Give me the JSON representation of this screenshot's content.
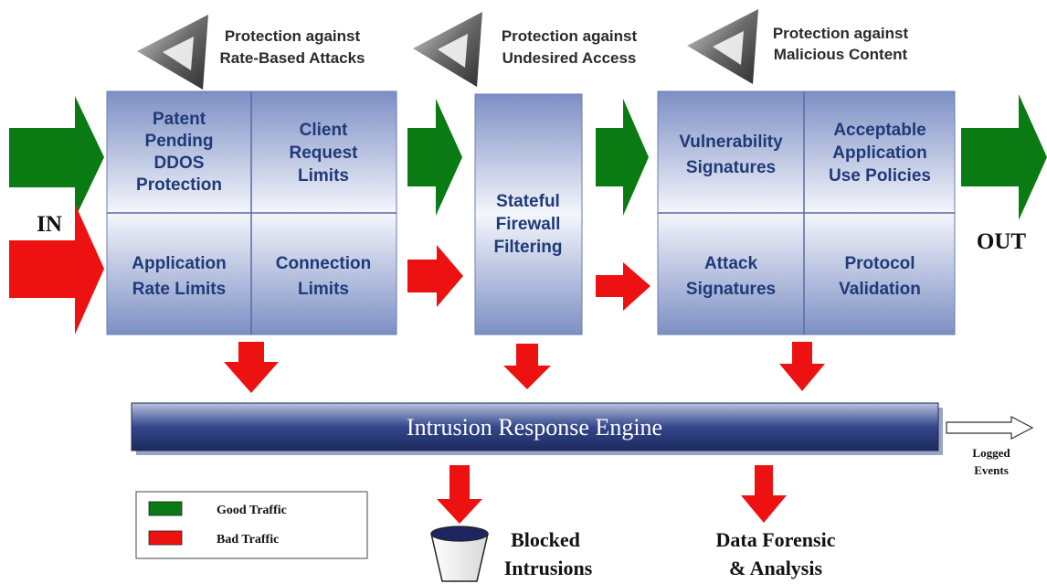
{
  "protection_labels": [
    {
      "line1": "Protection against",
      "line2": "Rate-Based Attacks"
    },
    {
      "line1": "Protection against",
      "line2": "Undesired Access"
    },
    {
      "line1": "Protection against",
      "line2": "Malicious Content"
    }
  ],
  "io": {
    "in_label": "IN",
    "out_label": "OUT"
  },
  "modules": {
    "rate": {
      "top_left": [
        "Patent",
        "Pending",
        "DDOS",
        "Protection"
      ],
      "top_right": [
        "Client",
        "Request",
        "Limits"
      ],
      "bottom_left": [
        "Application",
        "Rate Limits"
      ],
      "bottom_right": [
        "Connection",
        "Limits"
      ]
    },
    "firewall": [
      "Stateful",
      "Firewall",
      "Filtering"
    ],
    "content": {
      "top_left": [
        "Vulnerability",
        "Signatures"
      ],
      "top_right": [
        "Acceptable",
        "Application",
        "Use Policies"
      ],
      "bottom_left": [
        "Attack",
        "Signatures"
      ],
      "bottom_right": [
        "Protocol",
        "Validation"
      ]
    }
  },
  "engine": {
    "label": "Intrusion Response Engine"
  },
  "logged": {
    "line1": "Logged",
    "line2": "Events"
  },
  "outputs": {
    "blocked": {
      "line1": "Blocked",
      "line2": "Intrusions"
    },
    "forensic": {
      "line1": "Data Forensic",
      "line2": "& Analysis"
    }
  },
  "legend": {
    "good": {
      "label": "Good Traffic",
      "color": "#0a7a12"
    },
    "bad": {
      "label": "Bad Traffic",
      "color": "#ee1111"
    }
  },
  "colors": {
    "good_arrow": "#0a7a12",
    "bad_arrow": "#ee1111",
    "panel_text": "#1f3a78"
  }
}
